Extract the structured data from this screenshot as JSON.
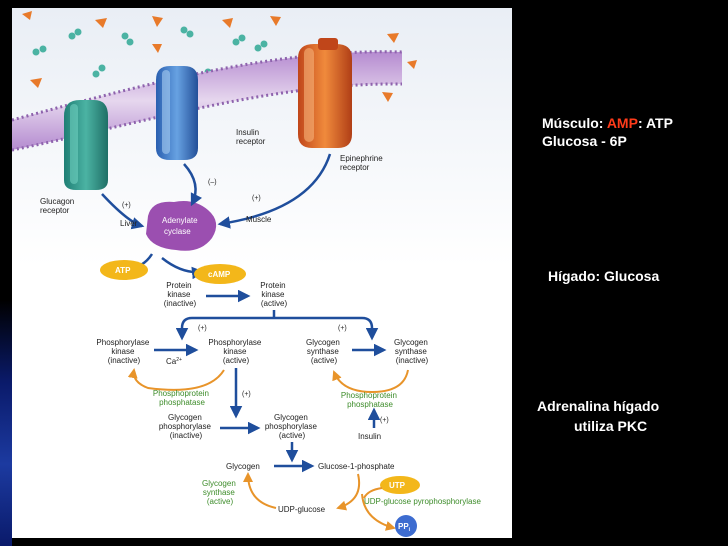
{
  "notes": {
    "musculo_prefix": "Músculo: ",
    "musculo_amp": "AMP",
    "musculo_suffix": ": ATP",
    "glucosa6p": "Glucosa  - 6P",
    "higado": "Hígado: Glucosa",
    "adrenalina_line1": "Adrenalina hígado",
    "adrenalina_line2": "utiliza PKC"
  },
  "colors": {
    "highlight_red": "#ff3b1a",
    "arrow_blue": "#1f4e9c",
    "orange_arrow": "#e8942a",
    "green_text": "#3d8c2a",
    "adenylate_purple": "#9b4fb0",
    "atp_yellow": "#f3b71a",
    "pp_blue": "#3d6cd0"
  },
  "diagram": {
    "receptors": {
      "glucagon": [
        "Glucagon",
        "receptor"
      ],
      "insulin": [
        "Insulin",
        "receptor"
      ],
      "epinephrine": [
        "Epinephrine",
        "receptor"
      ]
    },
    "adenylate": [
      "Adenylate",
      "cyclase"
    ],
    "liver": "Liver",
    "muscle": "Muscle",
    "plus": "(+)",
    "minus": "(–)",
    "atp": "ATP",
    "camp": "cAMP",
    "pk_inactive": [
      "Protein",
      "kinase",
      "(inactive)"
    ],
    "pk_active": [
      "Protein",
      "kinase",
      "(active)"
    ],
    "phk_inactive": [
      "Phosphorylase",
      "kinase",
      "(inactive)"
    ],
    "ca": "Ca",
    "ca_sup": "2+",
    "phk_active": [
      "Phosphorylase",
      "kinase",
      "(active)"
    ],
    "gs_active_top": [
      "Glycogen",
      "synthase",
      "(active)"
    ],
    "gs_inactive": [
      "Glycogen",
      "synthase",
      "(inactive)"
    ],
    "ppp_left": [
      "Phosphoprotein",
      "phosphatase"
    ],
    "ppp_right": [
      "Phosphoprotein",
      "phosphatase"
    ],
    "gp_inactive": [
      "Glycogen",
      "phosphorylase",
      "(inactive)"
    ],
    "gp_active": [
      "Glycogen",
      "phosphorylase",
      "(active)"
    ],
    "insulin": "Insulin",
    "glycogen": "Glycogen",
    "g1p": "Glucose-1-phosphate",
    "gs_active_bottom": [
      "Glycogen",
      "synthase",
      "(active)"
    ],
    "utp": "UTP",
    "udpg_ppase": "UDP-glucose pyrophosphorylase",
    "udp_glucose": "UDP-glucose",
    "pp": "PP",
    "pp_sub": "i"
  }
}
